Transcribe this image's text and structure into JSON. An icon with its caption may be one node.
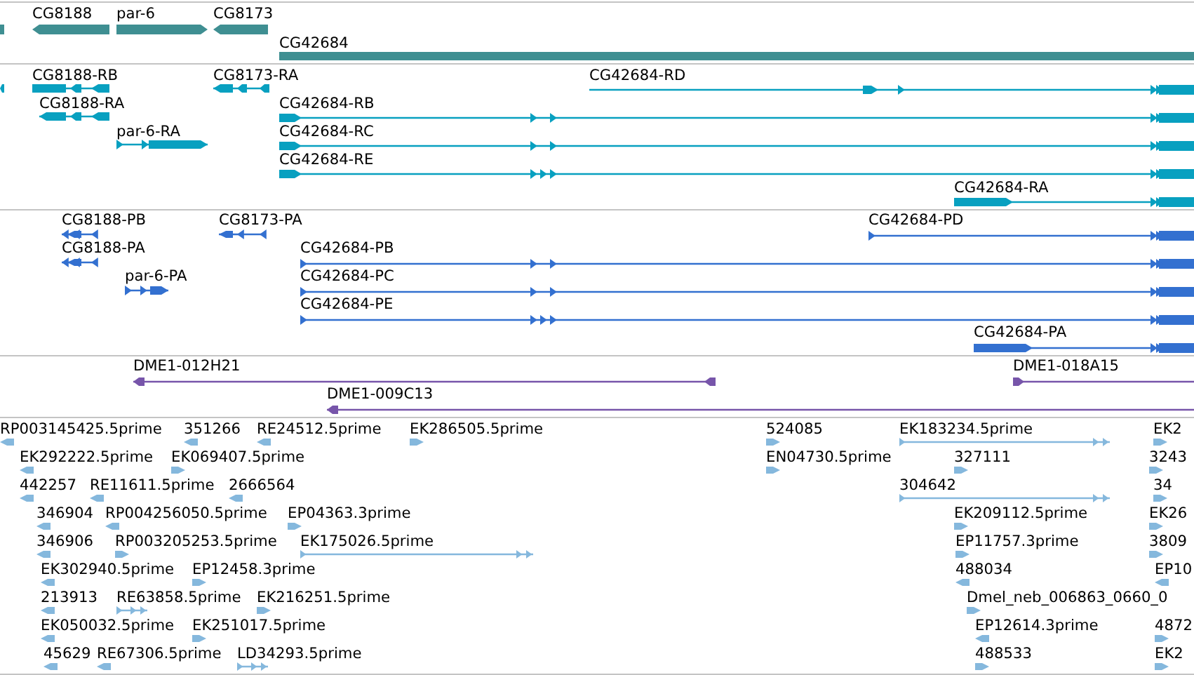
{
  "diagram": {
    "labels": [
      "CG8188",
      "par-6",
      "CG8173",
      "CG42684",
      "CG8188-RB",
      "CG8173-RA",
      "CG42684-RD",
      "CG8188-RA",
      "CG42684-RB",
      "par-6-RA",
      "CG42684-RC",
      "CG42684-RE",
      "CG42684-RA",
      "CG8188-PB",
      "CG8173-PA",
      "CG42684-PD",
      "CG8188-PA",
      "CG42684-PB",
      "par-6-PA",
      "CG42684-PC",
      "CG42684-PE",
      "CG42684-PA",
      "DME1-012H21",
      "DME1-018A15",
      "DME1-009C13",
      "RP003145425.5prime",
      "351266",
      "RE24512.5prime",
      "EK286505.5prime",
      "524085",
      "EK183234.5prime",
      "EK2",
      "EK292222.5prime",
      "EK069407.5prime",
      "EN04730.5prime",
      "327111",
      "3243",
      "442257",
      "RE11611.5prime",
      "2666564",
      "304642",
      "34",
      "346904",
      "RP004256050.5prime",
      "EP04363.3prime",
      "EK209112.5prime",
      "EK26",
      "346906",
      "RP003205253.5prime",
      "EK175026.5prime",
      "EP11757.3prime",
      "3809",
      "EK302940.5prime",
      "EP12458.3prime",
      "488034",
      "EP10",
      "213913",
      "RE63858.5prime",
      "EK216251.5prime",
      "Dmel_neb_006863_0660_0",
      "EK050032.5prime",
      "EK251017.5prime",
      "EP12614.3prime",
      "4872",
      "45629",
      "RE67306.5prime",
      "LD34293.5prime",
      "488533",
      "EK2"
    ]
  }
}
